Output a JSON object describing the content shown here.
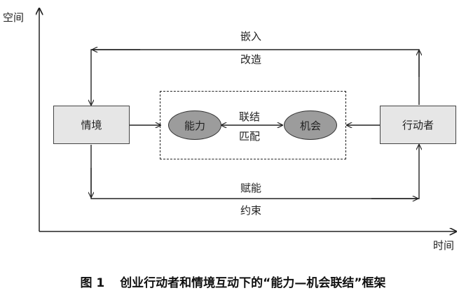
{
  "axes": {
    "y_label": "空间",
    "x_label": "时间"
  },
  "nodes": {
    "situation": "情境",
    "actor": "行动者",
    "capability": "能力",
    "opportunity": "机会"
  },
  "edges": {
    "top_upper": "嵌入",
    "top_lower": "改造",
    "middle_upper": "联结",
    "middle_lower": "匹配",
    "bottom_upper": "赋能",
    "bottom_lower": "约束"
  },
  "caption": {
    "number": "图 1",
    "text": "创业行动者和情境互动下的“能力—机会联结”框架"
  }
}
